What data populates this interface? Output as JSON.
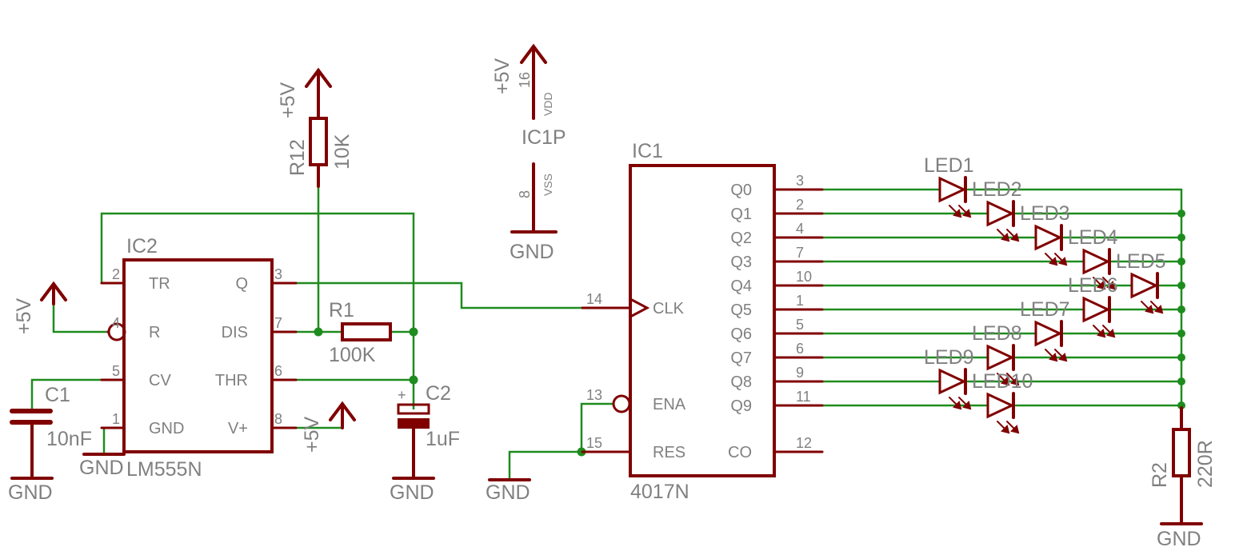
{
  "ic2": {
    "name": "IC2",
    "value": "LM555N",
    "pins_left": [
      {
        "num": "2",
        "name": "TR"
      },
      {
        "num": "4",
        "name": "R"
      },
      {
        "num": "5",
        "name": "CV"
      },
      {
        "num": "1",
        "name": "GND"
      }
    ],
    "pins_right": [
      {
        "num": "3",
        "name": "Q"
      },
      {
        "num": "7",
        "name": "DIS"
      },
      {
        "num": "6",
        "name": "THR"
      },
      {
        "num": "8",
        "name": "V+"
      }
    ]
  },
  "ic1": {
    "name": "IC1",
    "value": "4017N",
    "pins_left": [
      {
        "num": "14",
        "name": "CLK"
      },
      {
        "num": "13",
        "name": "ENA"
      },
      {
        "num": "15",
        "name": "RES"
      }
    ],
    "pins_right": [
      {
        "num": "3",
        "name": "Q0"
      },
      {
        "num": "2",
        "name": "Q1"
      },
      {
        "num": "4",
        "name": "Q2"
      },
      {
        "num": "7",
        "name": "Q3"
      },
      {
        "num": "10",
        "name": "Q4"
      },
      {
        "num": "1",
        "name": "Q5"
      },
      {
        "num": "5",
        "name": "Q6"
      },
      {
        "num": "6",
        "name": "Q7"
      },
      {
        "num": "9",
        "name": "Q8"
      },
      {
        "num": "11",
        "name": "Q9"
      },
      {
        "num": "12",
        "name": "CO"
      }
    ]
  },
  "ic1p": {
    "name": "IC1P",
    "vdd": {
      "num": "16",
      "name": "VDD"
    },
    "vss": {
      "num": "8",
      "name": "VSS"
    }
  },
  "r12": {
    "name": "R12",
    "value": "10K"
  },
  "r1": {
    "name": "R1",
    "value": "100K"
  },
  "r2": {
    "name": "R2",
    "value": "220R"
  },
  "c1": {
    "name": "C1",
    "value": "10nF"
  },
  "c2": {
    "name": "C2",
    "value": "1uF",
    "polarity": "+"
  },
  "leds": [
    "LED1",
    "LED2",
    "LED3",
    "LED4",
    "LED5",
    "LED6",
    "LED7",
    "LED8",
    "LED9",
    "LED10"
  ],
  "power": {
    "vcc": "+5V",
    "gnd": "GND"
  },
  "colors": {
    "component": "#800000",
    "wire": "#1e8c1e",
    "text": "#808080"
  }
}
